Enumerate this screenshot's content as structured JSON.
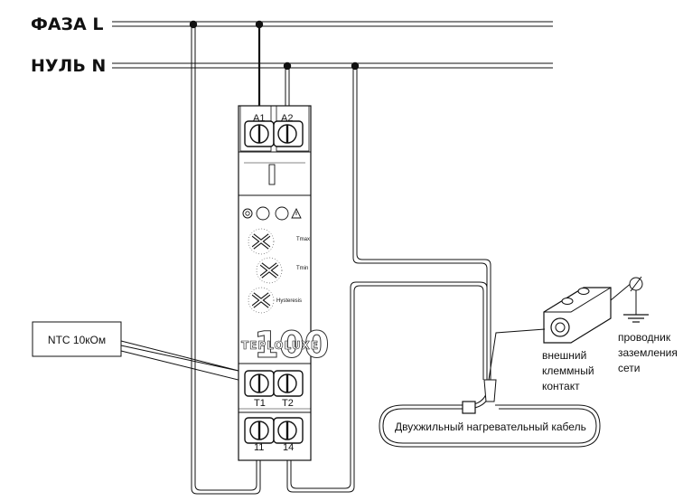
{
  "bus": {
    "phase_label": "ФАЗА L",
    "neutral_label": "НУЛЬ N"
  },
  "device": {
    "brand": "TEPLOLUXE",
    "model_number": "100",
    "terminals": {
      "a1": "A1",
      "a2": "A2",
      "t1": "T1",
      "t2": "T2",
      "t11": "11",
      "t14": "14"
    },
    "dials": {
      "t_max_label": "Tmax",
      "t_min_label": "Tmin",
      "hysteresis_label": "Hysteresis"
    },
    "indicators": [
      "power-icon",
      "warning-icon"
    ]
  },
  "sensor": {
    "label": "NTC 10кОм"
  },
  "cable": {
    "label": "Двухжильный нагревательный кабель"
  },
  "external_contact": {
    "line1": "внешний",
    "line2": "клеммный",
    "line3": "контакт"
  },
  "ground": {
    "line1": "проводник",
    "line2": "заземления",
    "line3": "сети"
  },
  "colors": {
    "line": "#111111",
    "device_fill": "#ffffff"
  }
}
